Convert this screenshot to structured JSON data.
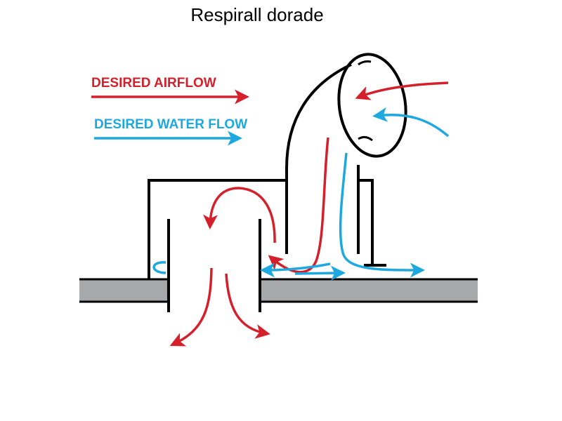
{
  "title": "Respirall dorade",
  "legend": {
    "air_label": "DESIRED AIRFLOW",
    "water_label": "DESIRED WATER FLOW"
  },
  "colors": {
    "air": "#d4202a",
    "water": "#1ea8e0",
    "deck": "#a7a8aa",
    "outline": "#000000"
  }
}
